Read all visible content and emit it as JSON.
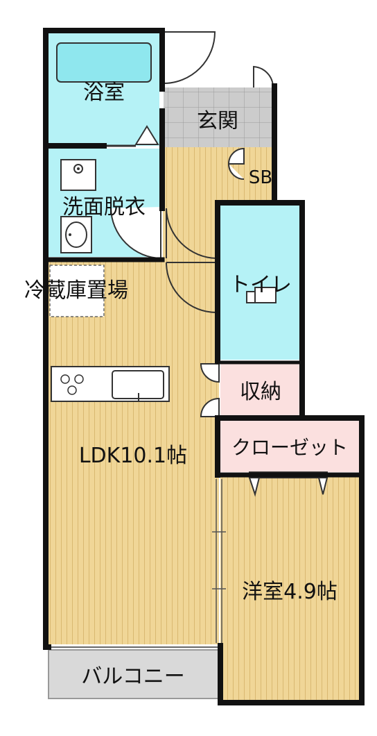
{
  "rooms": {
    "bath": "浴室",
    "entrance": "玄関",
    "shoe_box": "SB",
    "washroom": "洗面脱衣",
    "fridge_space": "冷蔵庫置場",
    "toilet": "トイレ",
    "storage": "収納",
    "closet": "クローゼット",
    "ldk": "LDK10.1帖",
    "western_room": "洋室4.9帖",
    "balcony": "バルコニー"
  },
  "colors": {
    "wall": "#111111",
    "wood_floor": "#f0d697",
    "wood_line": "#d9b871",
    "wet_area": "#b5f2f6",
    "storage_pink": "#fbe0df",
    "tile_gray": "#cccccc",
    "balcony_gray": "#d9d9d9",
    "bathtub": "#8fe7ee"
  }
}
